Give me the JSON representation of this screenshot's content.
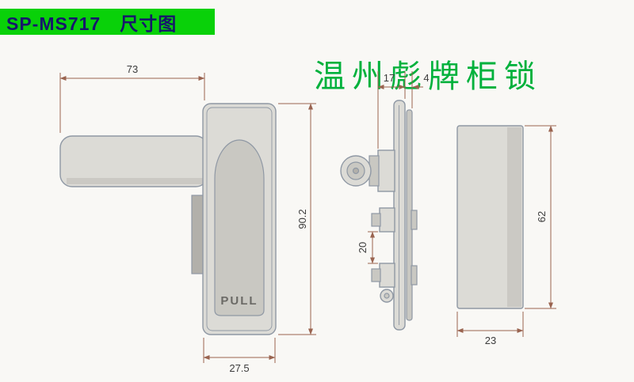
{
  "colors": {
    "bg": "#f9f8f5",
    "accent_green": "#09d109",
    "header_text": "#17176b",
    "watermark_green": "#00b13c",
    "line_gray": "#8f98a4",
    "dim_brown": "#9a6450",
    "dim_text": "#3c3c3c",
    "pull_text": "#6b6a66",
    "metal_light": "#dcdbd6",
    "metal_mid": "#c9c8c2",
    "metal_dark": "#b2b0aa"
  },
  "header": {
    "title": "SP-MS717　尺寸图"
  },
  "watermark": {
    "text": "温州彪牌柜锁"
  },
  "drawing": {
    "front_view": {
      "pull_label": "PULL",
      "dims": {
        "handle_length": "73",
        "body_height": "90.2",
        "body_width": "27.5"
      }
    },
    "side_view": {
      "dims": {
        "head_depth": "17",
        "plate_thickness": "4",
        "latch_gap": "20"
      }
    },
    "back_view": {
      "dims": {
        "height": "62",
        "width": "23"
      }
    }
  }
}
